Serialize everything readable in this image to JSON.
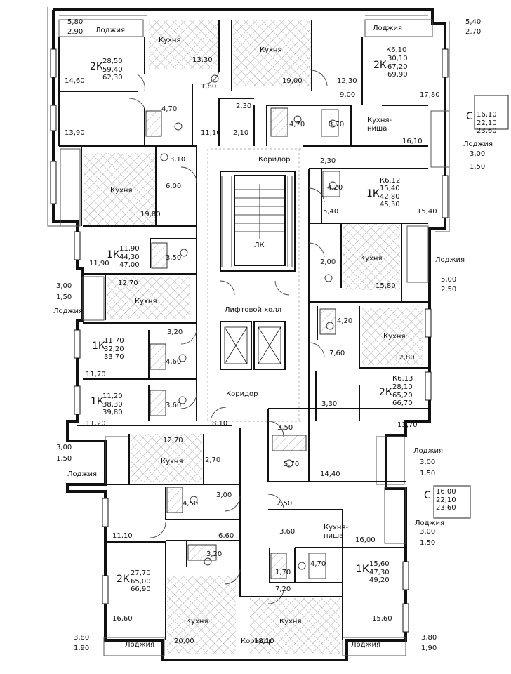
{
  "plan": {
    "rooms": {
      "kitchen": "Кухня",
      "loggia": "Лоджия",
      "corridor": "Коридор",
      "lift_hall": "Лифтовой холл",
      "niche_kitchen_1": "Кухня-",
      "niche_kitchen_2": "ниша",
      "lk": "ЛК"
    },
    "areas": {
      "a_5_80": "5,80",
      "a_2_90": "2,90",
      "a_13_30": "13,30",
      "a_14_60": "14,60",
      "a_1_80": "1,80",
      "a_19_00": "19,00",
      "a_12_30": "12,30",
      "a_9_00": "9,00",
      "a_17_80": "17,80",
      "a_5_40": "5,40",
      "a_2_70": "2,70",
      "a_2_30a": "2,30",
      "a_4_70a": "4,70",
      "a_13_90": "13,90",
      "a_11_10a": "11,10",
      "a_2_10": "2,10",
      "a_4_70b": "4,70",
      "a_3_70": "3,70",
      "a_16_10": "16,10",
      "a_3_00a": "3,00",
      "a_1_50a": "1,50",
      "a_3_10": "3,10",
      "a_2_30b": "2,30",
      "a_6_00": "6,00",
      "a_4_20a": "4,20",
      "a_19_80": "19,80",
      "a_5_40b": "5,40",
      "a_15_40": "15,40",
      "a_11_90": "11,90",
      "a_3_50a": "3,50",
      "a_2_00": "2,00",
      "a_5_00": "5,00",
      "a_2_50a": "2,50",
      "a_3_00b": "3,00",
      "a_1_50b": "1,50",
      "a_12_70a": "12,70",
      "a_15_80": "15,80",
      "a_4_20b": "4,20",
      "a_3_20a": "3,20",
      "a_7_60": "7,60",
      "a_4_60": "4,60",
      "a_12_80": "12,80",
      "a_11_70": "11,70",
      "a_3_60a": "3,60",
      "a_3_30": "3,30",
      "a_11_20": "11,20",
      "a_13_70": "13,70",
      "a_3_50b": "3,50",
      "a_8_10": "8,10",
      "a_3_00c": "3,00",
      "a_1_50c": "1,50",
      "a_12_70b": "12,70",
      "a_3_00d": "3,00",
      "a_1_50d": "1,50",
      "a_2_70b": "2,70",
      "a_5_70": "5,70",
      "a_14_40": "14,40",
      "a_4_50": "4,50",
      "a_3_00e": "3,00",
      "a_2_50b": "2,50",
      "a_11_10b": "11,10",
      "a_6_60": "6,60",
      "a_3_60b": "3,60",
      "a_16_00": "16,00",
      "a_3_00f": "3,00",
      "a_1_50e": "1,50",
      "a_3_20b": "3,20",
      "a_1_70": "1,70",
      "a_4_70c": "4,70",
      "a_7_20": "7,20",
      "a_16_60": "16,60",
      "a_15_60": "15,60",
      "a_3_80a": "3,80",
      "a_1_90a": "1,90",
      "a_20_00": "20,00",
      "a_18_10": "18,10",
      "a_3_80b": "3,80",
      "a_1_90b": "1,90"
    },
    "apartments": [
      {
        "type": "2К",
        "lines": [
          "28,50",
          "59,40",
          "62,30"
        ]
      },
      {
        "type": "2К",
        "code": "К6.10",
        "lines": [
          "30,10",
          "67,20",
          "69,90"
        ]
      },
      {
        "type": "С",
        "lines": [
          "16,10",
          "22,10",
          "23,60"
        ]
      },
      {
        "type": "1К",
        "code": "К6.12",
        "lines": [
          "15,40",
          "42,80",
          "45,30"
        ]
      },
      {
        "type": "1К",
        "lines": [
          "11,90",
          "44,30",
          "47,00"
        ]
      },
      {
        "type": "1К",
        "lines": [
          "11,70",
          "32,20",
          "33,70"
        ]
      },
      {
        "type": "2К",
        "code": "К6.13",
        "lines": [
          "28,10",
          "65,20",
          "66,70"
        ]
      },
      {
        "type": "1К",
        "lines": [
          "11,20",
          "38,30",
          "39,80"
        ]
      },
      {
        "type": "С",
        "lines": [
          "16,00",
          "22,10",
          "23,60"
        ]
      },
      {
        "type": "2К",
        "lines": [
          "27,70",
          "65,00",
          "66,90"
        ]
      },
      {
        "type": "1К",
        "lines": [
          "15,60",
          "47,30",
          "49,20"
        ]
      }
    ]
  }
}
